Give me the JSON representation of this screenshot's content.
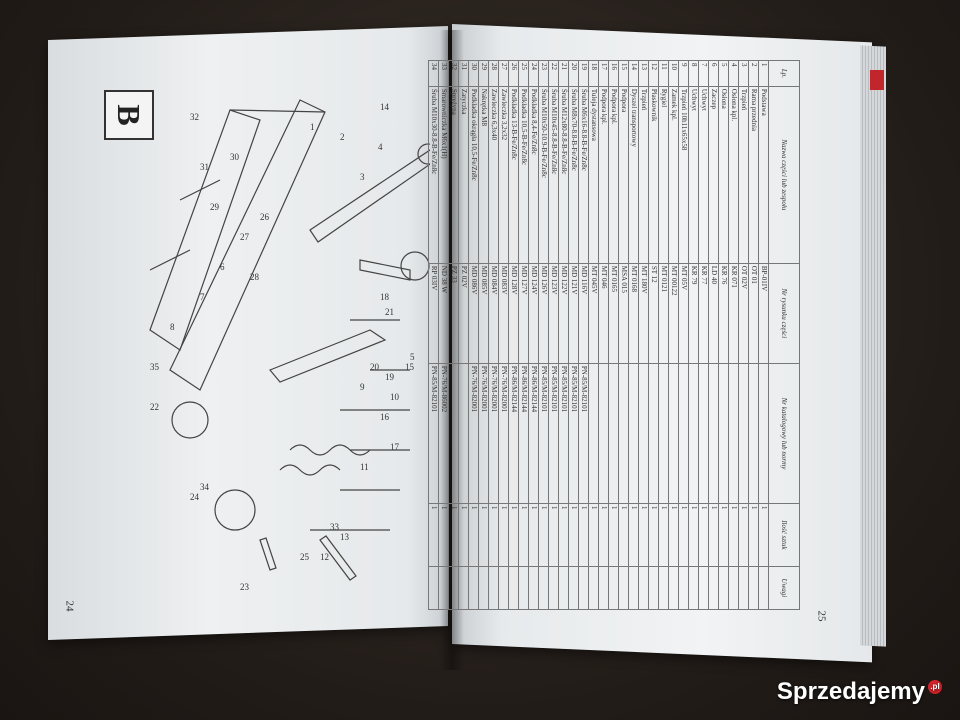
{
  "left_page": {
    "section_label": "B",
    "page_number": "24",
    "callouts": [
      "1",
      "2",
      "3",
      "4",
      "5",
      "6",
      "7",
      "8",
      "9",
      "10",
      "11",
      "12",
      "13",
      "14",
      "15",
      "16",
      "17",
      "18",
      "19",
      "20",
      "21",
      "22",
      "23",
      "24",
      "25",
      "26",
      "27",
      "28",
      "29",
      "30",
      "31",
      "32",
      "33",
      "34",
      "35"
    ]
  },
  "right_page": {
    "page_number": "25",
    "table": {
      "headers": [
        "Lp.",
        "Nazwa części lub zespołu",
        "Nr rysunku części",
        "Nr katalogowy lub normy",
        "Ilość sztuk",
        "Uwagi"
      ],
      "rows": [
        [
          "1",
          "Podstawa",
          "BP-01IV",
          "",
          "1",
          ""
        ],
        [
          "2",
          "Rama przednia",
          "OT 01",
          "",
          "1",
          ""
        ],
        [
          "3",
          "Trzpień",
          "OT 02V",
          "",
          "1",
          ""
        ],
        [
          "4",
          "Osłona kpl.",
          "KR 071",
          "",
          "1",
          ""
        ],
        [
          "5",
          "Osłona",
          "KR 76",
          "",
          "1",
          ""
        ],
        [
          "6",
          "Zaczep",
          "LD 40",
          "",
          "1",
          ""
        ],
        [
          "7",
          "Uchwyt",
          "KR 77",
          "",
          "1",
          ""
        ],
        [
          "8",
          "Uchwyt",
          "KR 79",
          "",
          "1",
          ""
        ],
        [
          "9",
          "Trzpień 10h11x65x58",
          "MT 05V",
          "",
          "1",
          ""
        ],
        [
          "10",
          "Zamek kpl.",
          "MT 00122",
          "",
          "1",
          ""
        ],
        [
          "11",
          "Rygiel",
          "MT 0121",
          "",
          "1",
          ""
        ],
        [
          "12",
          "Płaskownik",
          "ST 12",
          "",
          "1",
          ""
        ],
        [
          "13",
          "Trzpień",
          "MT 180V",
          "",
          "1",
          ""
        ],
        [
          "14",
          "Dyszel transportowy",
          "MT 0168",
          "",
          "1",
          ""
        ],
        [
          "15",
          "Podpora",
          "MSA 015",
          "",
          "1",
          ""
        ],
        [
          "16",
          "Podpora kpl.",
          "MT 0165",
          "",
          "1",
          ""
        ],
        [
          "17",
          "Podpora kpl.",
          "MT 046",
          "",
          "1",
          ""
        ],
        [
          "18",
          "Tuleja dystansowa",
          "MT 045V",
          "",
          "1",
          ""
        ],
        [
          "19",
          "Śruba M6x16-8.8-B-Fe/Zn8c",
          "MD 116V",
          "PN-85/M-82101",
          "1",
          ""
        ],
        [
          "20",
          "Śruba M8x70-8.8-B-Fe/Zn8c",
          "MD 121V",
          "PN-85/M-82101",
          "1",
          ""
        ],
        [
          "21",
          "Śruba M12x80-8.8-B-Fe/Zn8c",
          "MD 122V",
          "PN-85/M-82101",
          "1",
          ""
        ],
        [
          "22",
          "Śruba M10x45-8.8-B-Fe/Zn8c",
          "MD 123V",
          "PN-85/M-82101",
          "1",
          ""
        ],
        [
          "23",
          "Śruba M10x50-10.9-B-Fe/Zn8c",
          "MD 126V",
          "PN-85/M-82101",
          "1",
          ""
        ],
        [
          "24",
          "Podkładka 8,4-Fe/Zn8c",
          "MD 124V",
          "PN-86/M-82144",
          "1",
          ""
        ],
        [
          "25",
          "Podkładka 10,5-B-Fe/Zn8c",
          "MD 127V",
          "PN-86/M-82144",
          "1",
          ""
        ],
        [
          "26",
          "Podkładka 13-B-Fe/Zn8c",
          "MD 128V",
          "PN-86/M-82144",
          "1",
          ""
        ],
        [
          "27",
          "Zawleczka 3,2x32",
          "MD 083V",
          "PN-76/M-82001",
          "1",
          ""
        ],
        [
          "28",
          "Zawleczka 6,3x40",
          "MD 084V",
          "PN-76/M-82001",
          "1",
          ""
        ],
        [
          "29",
          "Nakrętka M8",
          "MD 085V",
          "PN-76/M-82001",
          "1",
          ""
        ],
        [
          "30",
          "Podkładka okrągła 10,5-Fe/Zn8c",
          "MD 086V",
          "PN-76/M-82001",
          "1",
          ""
        ],
        [
          "31",
          "Zatyczka",
          "PZ 02V",
          "",
          "1",
          ""
        ],
        [
          "32",
          "Sprężyna",
          "PZ 33",
          "",
          "1",
          ""
        ],
        [
          "33",
          "Smarowniczka M6x1(H)",
          "ND 38 W",
          "PN-76/M-86002",
          "1",
          ""
        ],
        [
          "34",
          "Śruba M10x30-8.8-B-Fe/Zn8c",
          "RP 03IV",
          "PN-85/M-82101",
          "1",
          ""
        ]
      ]
    }
  },
  "watermark": {
    "text": "Sprzedajemy",
    "badge": ".pl"
  },
  "colors": {
    "background": "#2a2420",
    "paper": "#eef0f1",
    "tab_red": "#c0262c",
    "brand_red": "#d2232a"
  }
}
